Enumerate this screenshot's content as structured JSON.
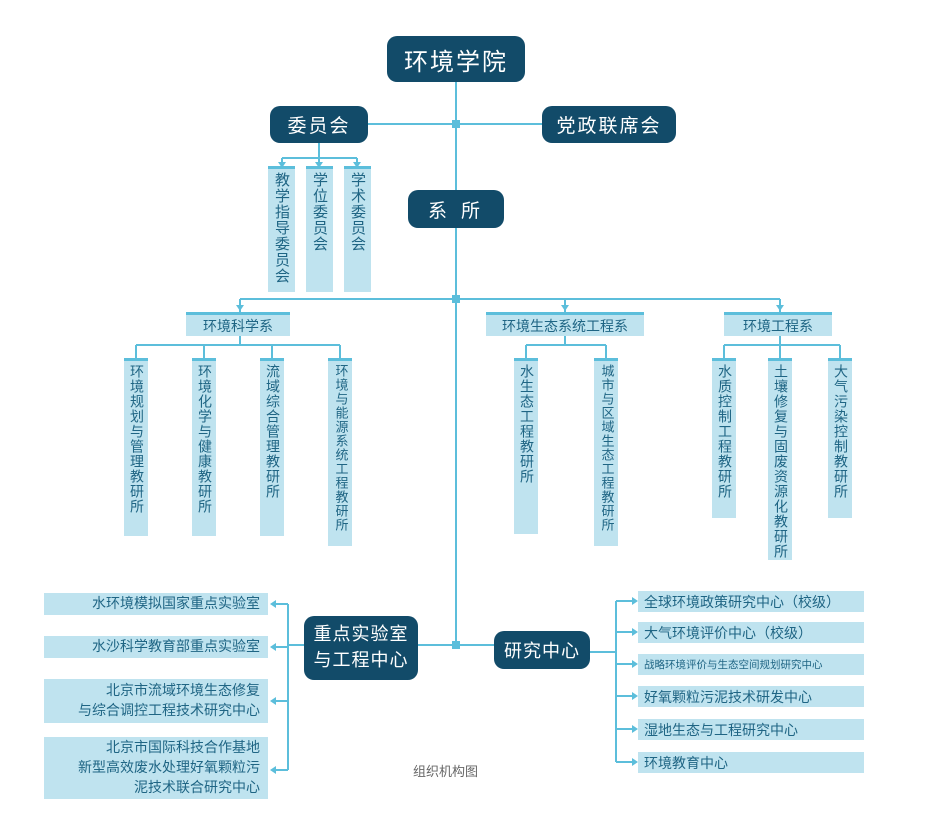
{
  "root": "环境学院",
  "committee": "委员会",
  "party": "党政联席会",
  "committee_items": [
    "教学指导委员会",
    "学位委员会",
    "学术委员会"
  ],
  "dept_node": "系 所",
  "depts": [
    {
      "name": "环境科学系",
      "items": [
        "环境规划与管理教研所",
        "环境化学与健康教研所",
        "流域综合管理教研所",
        "环境与能源系统工程教研所"
      ]
    },
    {
      "name": "环境生态系统工程系",
      "items": [
        "水生态工程教研所",
        "城市与区域生态工程教研所"
      ]
    },
    {
      "name": "环境工程系",
      "items": [
        "水质控制工程教研所",
        "土壤修复与固废资源化教研所",
        "大气污染控制教研所"
      ]
    }
  ],
  "lab_node": [
    "重点实验室",
    "与工程中心"
  ],
  "labs": [
    [
      "水环境模拟国家重点实验室"
    ],
    [
      "水沙科学教育部重点实验室"
    ],
    [
      "北京市流域环境生态修复",
      "与综合调控工程技术研究中心"
    ],
    [
      "北京市国际科技合作基地",
      "新型高效废水处理好氧颗粒污",
      "泥技术联合研究中心"
    ]
  ],
  "research_node": "研究中心",
  "research": [
    "全球环境政策研究中心（校级）",
    "大气环境评价中心（校级）",
    "战略环境评价与生态空间规划研究中心",
    "好氧颗粒污泥技术研发中心",
    "湿地生态与工程研究中心",
    "环境教育中心"
  ],
  "caption": "组织机构图",
  "colors": {
    "node": "#124b69",
    "line": "#5cbedb",
    "box": "#bfe3ef",
    "text": "#1f6584"
  }
}
